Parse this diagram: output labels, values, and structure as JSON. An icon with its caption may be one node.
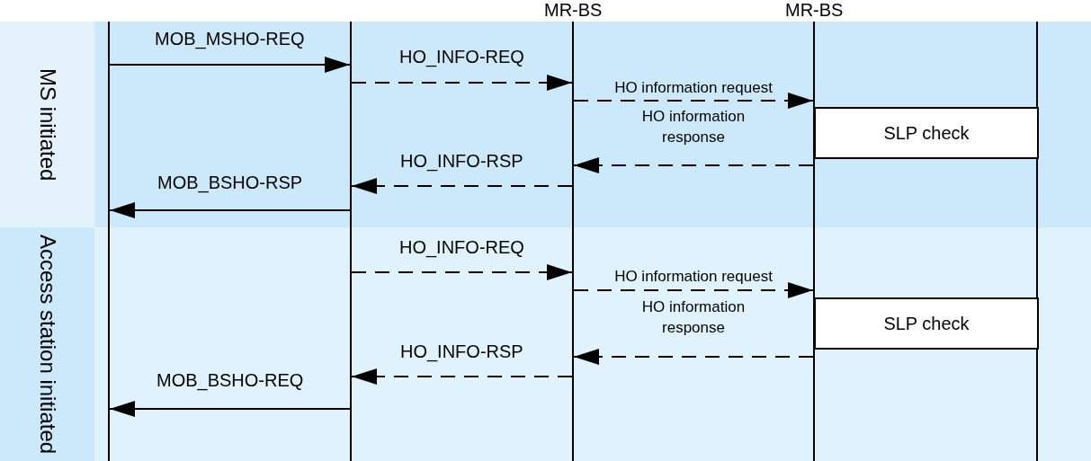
{
  "diagram": {
    "nodes": [
      {
        "text": [
          "MS initiated"
        ]
      },
      {
        "text": [
          "Access station initiated"
        ]
      },
      {
        "text": [],
        "shape": "bar"
      },
      {
        "text": [],
        "shape": "bar"
      },
      {
        "text": [],
        "shape": "bar"
      },
      {
        "text": [],
        "shape": "bar"
      },
      {
        "text": [],
        "shape": "bar"
      },
      {
        "text": [
          "SLP check"
        ]
      },
      {
        "text": [
          "SLP check"
        ]
      }
    ],
    "edges": [
      {
        "from": 2,
        "to": 3,
        "arrow": "to",
        "label": "MOB_MSHO-REQ"
      },
      {
        "from": 3,
        "to": 4,
        "arrow": "to",
        "label": "HO_INFO-REQ",
        "style": "dashed"
      },
      {
        "from": 4,
        "to": 5,
        "arrow": "to",
        "label": "HO information request",
        "style": "dashed"
      },
      {
        "from": 5,
        "to": 4,
        "arrow": "to",
        "label": "HO information response",
        "style": "dashed"
      },
      {
        "from": 4,
        "to": 3,
        "arrow": "to",
        "label": "HO_INFO-RSP",
        "style": "dashed"
      },
      {
        "from": 3,
        "to": 2,
        "arrow": "to",
        "label": "MOB_BSHO-RSP"
      },
      {
        "from": 3,
        "to": 4,
        "arrow": "to",
        "label": "HO_INFO-REQ",
        "style": "dashed"
      },
      {
        "from": 4,
        "to": 5,
        "arrow": "to",
        "label": "HO information request",
        "style": "dashed"
      },
      {
        "from": 5,
        "to": 4,
        "arrow": "to",
        "label": "HO information response",
        "style": "dashed"
      },
      {
        "from": 4,
        "to": 3,
        "arrow": "to",
        "label": "HO_INFO-RSP",
        "style": "dashed"
      },
      {
        "from": 3,
        "to": 2,
        "arrow": "to",
        "label": "MOB_BSHO-REQ"
      }
    ],
    "labels": [
      "MR-BS",
      "MR-BS"
    ]
  }
}
